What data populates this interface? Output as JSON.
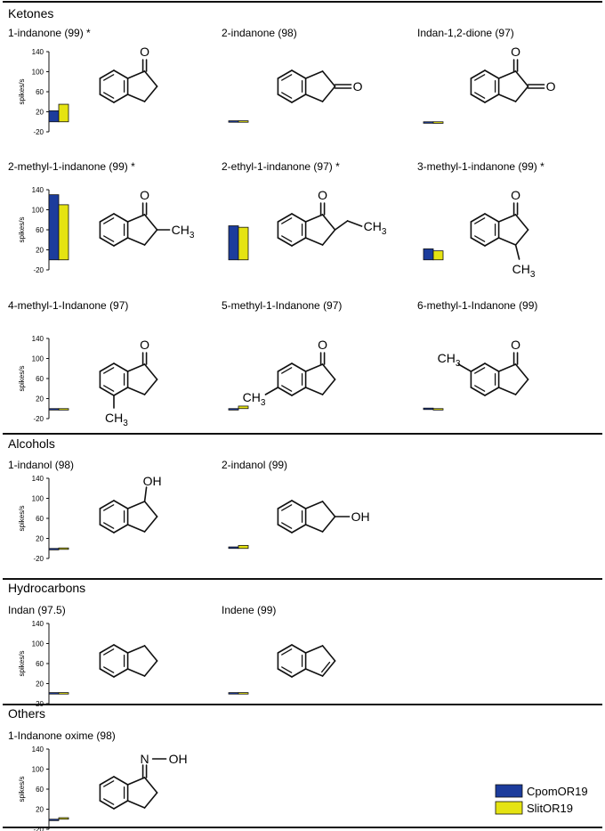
{
  "chart_data": {
    "type": "bar",
    "ylabel": "spikes/s",
    "ylim": [
      -20,
      140
    ],
    "yticks": [
      140,
      100,
      60,
      20,
      -20
    ],
    "grid": false,
    "legend_position": "bottom-right",
    "series_names": [
      "CpomOR19",
      "SlitOR19"
    ],
    "colors": {
      "CpomOR19": "#1c3c9c",
      "SlitOR19": "#e5e312"
    },
    "sections": [
      {
        "title": "Ketones",
        "compounds": [
          {
            "label": "1-indanone (99) *",
            "structure": "1-indanone",
            "CpomOR19": 22,
            "SlitOR19": 35
          },
          {
            "label": "2-indanone (98)",
            "structure": "2-indanone",
            "CpomOR19": 2,
            "SlitOR19": 2
          },
          {
            "label": "Indan-1,2-dione (97)",
            "structure": "indan-1,2-dione",
            "CpomOR19": 0,
            "SlitOR19": -3
          }
        ]
      },
      {
        "title": "",
        "compounds": [
          {
            "label": "2-methyl-1-indanone (99) *",
            "structure": "2-methyl-1-indanone",
            "CpomOR19": 130,
            "SlitOR19": 110
          },
          {
            "label": "2-ethyl-1-indanone (97) *",
            "structure": "2-ethyl-1-indanone",
            "CpomOR19": 68,
            "SlitOR19": 65
          },
          {
            "label": "3-methyl-1-indanone (99) *",
            "structure": "3-methyl-1-indanone",
            "CpomOR19": 22,
            "SlitOR19": 18
          }
        ]
      },
      {
        "title": "",
        "compounds": [
          {
            "label": "4-methyl-1-Indanone (97)",
            "structure": "4-methyl-1-indanone",
            "CpomOR19": -1,
            "SlitOR19": 0
          },
          {
            "label": "5-methyl-1-Indanone (97)",
            "structure": "5-methyl-1-indanone",
            "CpomOR19": 0,
            "SlitOR19": 5
          },
          {
            "label": "6-methyl-1-Indanone (99)",
            "structure": "6-methyl-1-indanone",
            "CpomOR19": 1,
            "SlitOR19": 0
          }
        ]
      },
      {
        "title": "Alcohols",
        "compounds": [
          {
            "label": "1-indanol (98)",
            "structure": "1-indanol",
            "CpomOR19": 0,
            "SlitOR19": 1
          },
          {
            "label": "2-indanol (99)",
            "structure": "2-indanol",
            "CpomOR19": 3,
            "SlitOR19": 6
          }
        ]
      },
      {
        "title": "Hydrocarbons",
        "compounds": [
          {
            "label": "Indan (97.5)",
            "structure": "indan",
            "CpomOR19": 2,
            "SlitOR19": 2
          },
          {
            "label": "Indene (99)",
            "structure": "indene",
            "CpomOR19": 2,
            "SlitOR19": 2
          }
        ]
      },
      {
        "title": "Others",
        "compounds": [
          {
            "label": "1-Indanone oxime (98)",
            "structure": "1-indanone-oxime",
            "CpomOR19": 0,
            "SlitOR19": 3
          }
        ]
      }
    ],
    "atom_labels": {
      "oxo": "O",
      "methyl": "CH",
      "methyl_sub": "3",
      "hydroxyl": "OH",
      "imine_n": "N",
      "oxime_oh": "OH"
    }
  }
}
